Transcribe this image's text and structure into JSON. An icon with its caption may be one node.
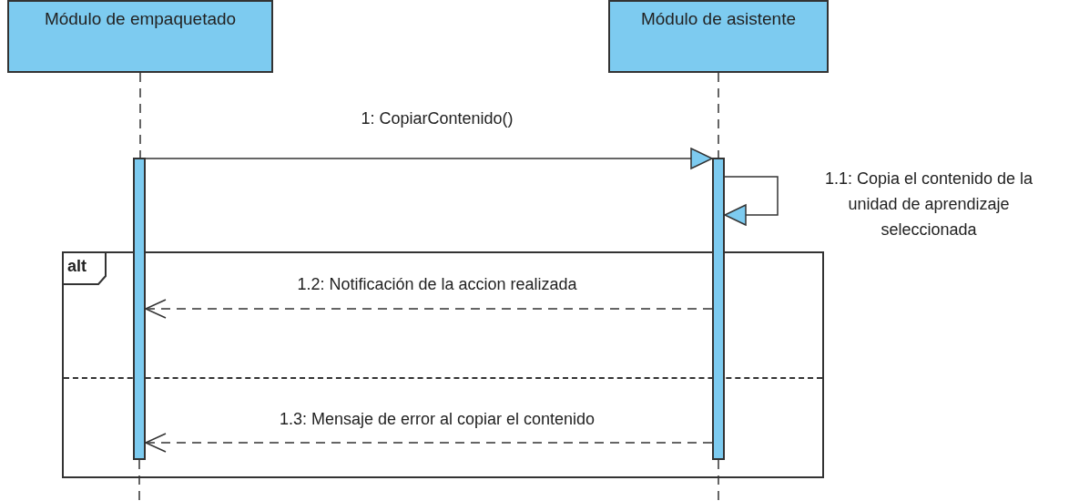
{
  "diagram": {
    "nodes": [
      {
        "text": [
          "Módulo de empaquetado"
        ]
      },
      {
        "text": [
          "Módulo de asistente"
        ]
      },
      {
        "text": [],
        "shape": "bar"
      },
      {
        "text": [],
        "shape": "bar"
      },
      {
        "text": [
          "alt"
        ]
      }
    ],
    "edges": [
      {
        "from": 0,
        "to": 2,
        "arrow": "none",
        "style": "dashed"
      },
      {
        "from": 1,
        "to": 3,
        "arrow": "none",
        "style": "dashed"
      },
      {
        "from": 2,
        "to": 3,
        "arrow": "to",
        "label": "1: CopiarContenido()"
      },
      {
        "from": 3,
        "to": 3,
        "arrow": "to",
        "label": "1.1: Copia el contenido de la unidad de aprendizaje seleccionada"
      },
      {
        "from": 3,
        "to": 2,
        "arrow": "to",
        "style": "dashed",
        "label": "1.2: Notificación de la accion realizada"
      },
      {
        "from": 3,
        "to": 2,
        "arrow": "to",
        "style": "dashed",
        "label": "1.3: Mensaje de error al copiar el contenido"
      }
    ]
  }
}
